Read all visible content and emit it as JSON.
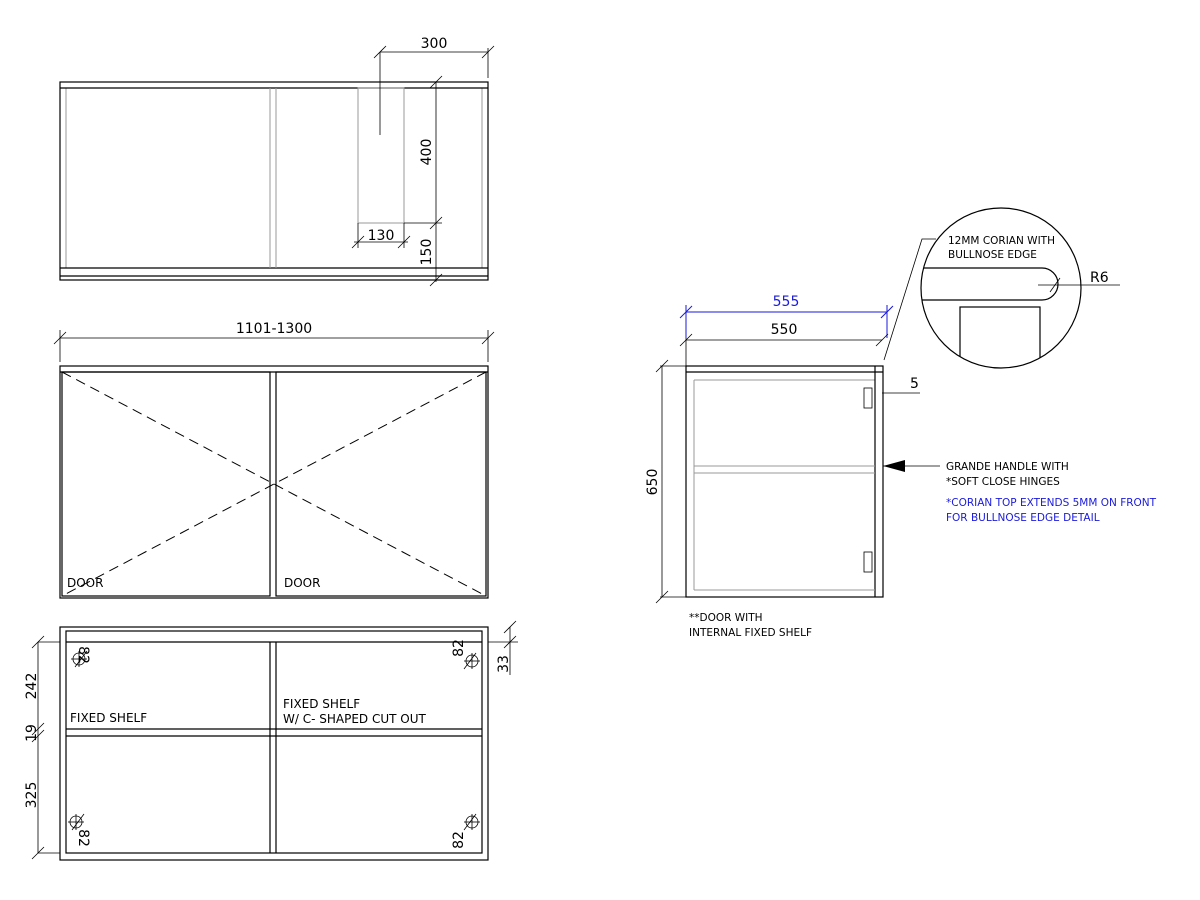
{
  "plan_view": {
    "dim_width_top": "300",
    "dim_depth": "400",
    "dim_cutout": "130",
    "dim_offset": "150"
  },
  "front_view": {
    "dim_overall_width": "1101-1300",
    "door_left": "DOOR",
    "door_right": "DOOR"
  },
  "internal_view": {
    "dim_upper": "242",
    "dim_shelf": "19",
    "dim_lower": "325",
    "dim_right": "33",
    "hinge_dims": [
      "82",
      "82",
      "82",
      "82"
    ],
    "shelf_left": "FIXED SHELF",
    "shelf_right_line1": "FIXED SHELF",
    "shelf_right_line2": "W/ C- SHAPED CUT OUT"
  },
  "side_view": {
    "dim_top_blue": "555",
    "dim_body": "550",
    "dim_height": "650",
    "dim_overhang": "5",
    "note_door_line1": "**DOOR WITH",
    "note_door_line2": "INTERNAL FIXED SHELF",
    "note_handle_line1": "GRANDE HANDLE WITH",
    "note_handle_line2": "*SOFT CLOSE HINGES",
    "note_corian_line1": "*CORIAN TOP EXTENDS 5MM ON FRONT",
    "note_corian_line2": "FOR BULLNOSE EDGE DETAIL"
  },
  "detail": {
    "label_line1": "12MM CORIAN WITH",
    "label_line2": "BULLNOSE EDGE",
    "radius": "R6"
  },
  "colors": {
    "line": "#000000",
    "highlight_dimension": "#1a1adc",
    "hidden_line": "#999999"
  }
}
